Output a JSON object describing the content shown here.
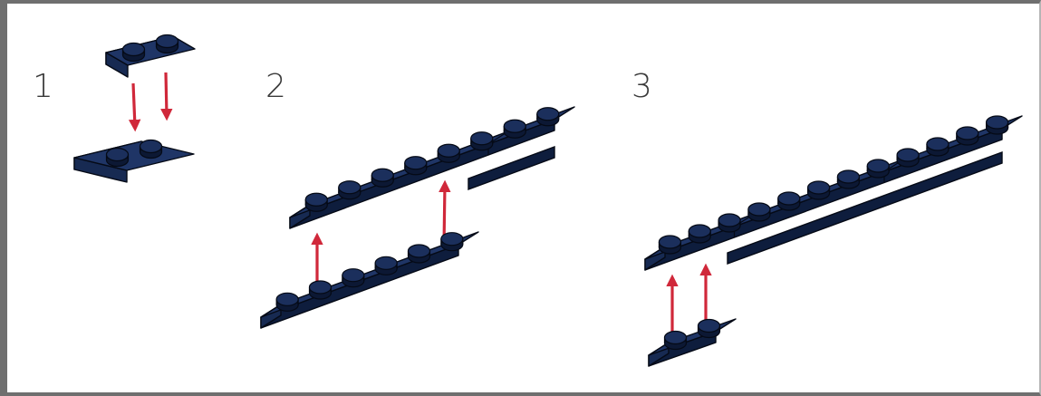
{
  "steps": [
    {
      "number": "1"
    },
    {
      "number": "2"
    },
    {
      "number": "3"
    }
  ],
  "colors": {
    "brick_top": "#1f3566",
    "brick_side": "#172a52",
    "brick_front": "#0e1d3d",
    "stud_top": "#1b2f5c",
    "stud_side": "#0c1834",
    "outline": "#050a16",
    "arrow": "#d0283a",
    "frame": "#6f6f6f"
  },
  "parts": [
    {
      "step": "1",
      "name": "plate-1x2-dark-blue",
      "count": 2
    },
    {
      "step": "2",
      "name": "plate-1x6-dark-blue",
      "count": 1
    },
    {
      "step": "3",
      "name": "plate-1x2-dark-blue",
      "count": 1
    }
  ]
}
